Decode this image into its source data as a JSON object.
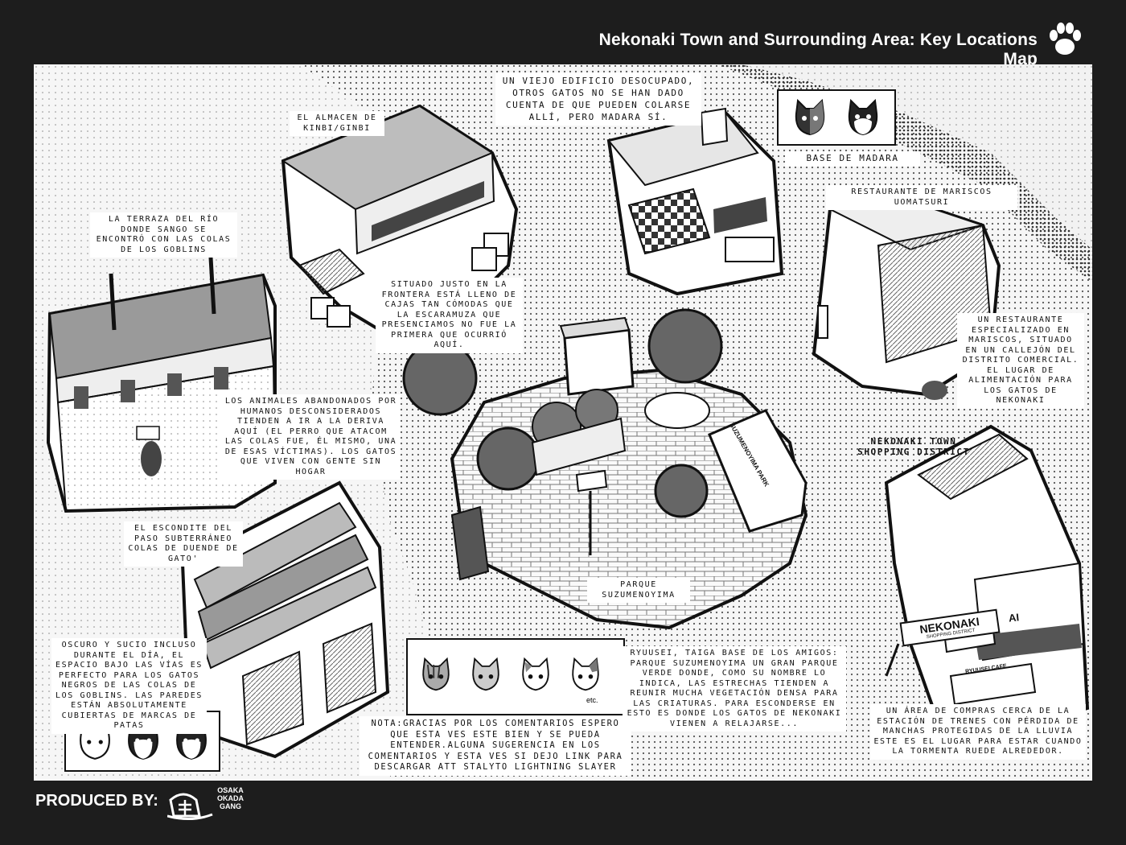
{
  "header": {
    "title": "Nekonaki Town and Surrounding Area: Key Locations Map"
  },
  "footer": {
    "produced_by": "PRODUCED BY:",
    "logo_text_1": "OSAKA",
    "logo_text_2": "OKADA",
    "logo_text_3": "GANG"
  },
  "labels": {
    "almacen_title": "EL ALMACEN DE KINBI/GINBI",
    "almacen_desc": "SITUADO JUSTO EN LA FRONTERA ESTÁ LLENO DE CAJAS TAN CÓMODAS QUE LA ESCARAMUZA QUE PRESENCIAMOS NO FUE LA PRIMERA QUE OCURRIÓ AQUÍ.",
    "edificio_desc": "UN VIEJO EDIFICIO DESOCUPADO, OTROS GATOS NO SE HAN DADO CUENTA DE QUE PUEDEN COLARSE ALLÍ, PERO MADARA SÍ.",
    "base_madara": "BASE DE MADARA",
    "restaurante_title": "RESTAURANTE DE MARISCOS UOMATSURI",
    "restaurante_desc": "UN RESTAURANTE ESPECIALIZADO EN MARISCOS, SITUADO EN UN CALLEJÓN DEL DISTRITO COMERCIAL. EL LUGAR DE ALIMENTACIÓN PARA LOS GATOS DE NEKONAKI",
    "terraza_title": "LA TERRAZA DEL RÍO DONDE SANGO SE ENCONTRÓ CON LAS COLAS DE LOS GOBLINS",
    "animales_desc": "LOS ANIMALES ABANDONADOS POR HUMANOS DESCONSIDERADOS TIENDEN A IR A LA DERIVA AQUÍ (EL PERRO QUE ATACOM LAS COLAS FUE, ÉL MISMO, UNA DE ESAS VÍCTIMAS). LOS GATOS QUE VIVEN CON GENTE SIN HOGAR",
    "shopping_title": "NEKONAKI TOWN SHOPPING DISTRICT",
    "shopping_desc": "UN ÁREA DE COMPRAS CERCA DE LA ESTACIÓN DE TRENES CON PÉRDIDA DE MANCHAS PROTEGIDAS DE LA LLUVIA ESTE ES EL LUGAR PARA ESTAR CUANDO LA TORMENTA RUEDE ALREDEDOR.",
    "escondite_title": "EL ESCONDITE DEL PASO SUBTERRÁNEO COLAS DE DUENDE DE GATO'",
    "oscuro_desc": "OSCURO Y SUCIO INCLUSO DURANTE EL DÍA, EL ESPACIO BAJO LAS VÍAS ES PERFECTO PARA LOS GATOS NEGROS DE LAS COLAS DE LOS GOBLINS. LAS PAREDES ESTÁN ABSOLUTAMENTE CUBIERTAS DE MARCAS DE PATAS",
    "parque_title": "PARQUE SUZUMENOYIMA",
    "parque_desc": "RYUUSEI, TAIGA BASE DE LOS AMIGOS: PARQUE SUZUMENOYIMA UN GRAN PARQUE VERDE DONDE, COMO SU NOMBRE LO INDICA, LAS ESTRECHAS TIENDEN A REUNIR MUCHA VEGETACIÓN DENSA PARA LAS CRIATURAS. PARA ESCONDERSE EN ESTO ES DONDE LOS GATOS DE NEKONAKI VIENEN A RELAJARSE...",
    "nota": "NOTA:GRACIAS POR LOS COMENTARIOS ESPERO QUE ESTA VES ESTE BIEN Y SE PUEDA ENTENDER.ALGUNA SUGERENCIA EN LOS COMENTARIOS Y ESTA VES SI DEJO LINK PARA DESCARGAR ATT STALYTO LIGHTNING SLAYER",
    "etc": "etc."
  },
  "signs": {
    "nekonaki": "NEKONAKI",
    "shopping_district": "SHOPPING DISTRICT",
    "ai": "AI",
    "ryuusei_cafe": "RYUUSEI CAFE",
    "park_sign": "SUZUMENOYIMA PARK"
  },
  "colors": {
    "frame": "#1d1d1d",
    "paper": "#f6f6f6",
    "ink": "#111111"
  }
}
